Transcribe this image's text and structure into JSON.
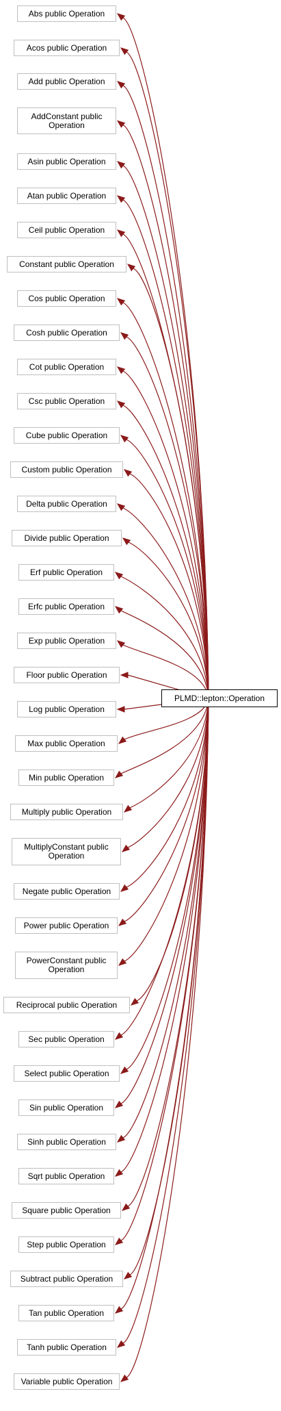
{
  "colors": {
    "edge": "#8b1a1a",
    "node_border": "#bfbfbf",
    "main_border": "#000000"
  },
  "main_node": {
    "label": "PLMD::lepton::Operation"
  },
  "nodes": [
    {
      "key": "abs",
      "label": "Abs public Operation"
    },
    {
      "key": "acos",
      "label": "Acos public Operation"
    },
    {
      "key": "add",
      "label": "Add public Operation"
    },
    {
      "key": "addconstant",
      "label": "AddConstant public Operation"
    },
    {
      "key": "asin",
      "label": "Asin public Operation"
    },
    {
      "key": "atan",
      "label": "Atan public Operation"
    },
    {
      "key": "ceil",
      "label": "Ceil public Operation"
    },
    {
      "key": "constant",
      "label": "Constant public Operation"
    },
    {
      "key": "cos",
      "label": "Cos public Operation"
    },
    {
      "key": "cosh",
      "label": "Cosh public Operation"
    },
    {
      "key": "cot",
      "label": "Cot public Operation"
    },
    {
      "key": "csc",
      "label": "Csc public Operation"
    },
    {
      "key": "cube",
      "label": "Cube public Operation"
    },
    {
      "key": "custom",
      "label": "Custom public Operation"
    },
    {
      "key": "delta",
      "label": "Delta public Operation"
    },
    {
      "key": "divide",
      "label": "Divide public Operation"
    },
    {
      "key": "erf",
      "label": "Erf public Operation"
    },
    {
      "key": "erfc",
      "label": "Erfc public Operation"
    },
    {
      "key": "exp",
      "label": "Exp public Operation"
    },
    {
      "key": "floor",
      "label": "Floor public Operation"
    },
    {
      "key": "log",
      "label": "Log public Operation"
    },
    {
      "key": "max",
      "label": "Max public Operation"
    },
    {
      "key": "min",
      "label": "Min public Operation"
    },
    {
      "key": "multiply",
      "label": "Multiply public Operation"
    },
    {
      "key": "multiplyconstant",
      "label": "MultiplyConstant public Operation"
    },
    {
      "key": "negate",
      "label": "Negate public Operation"
    },
    {
      "key": "power",
      "label": "Power public Operation"
    },
    {
      "key": "powerconstant",
      "label": "PowerConstant public Operation"
    },
    {
      "key": "reciprocal",
      "label": "Reciprocal public Operation"
    },
    {
      "key": "sec",
      "label": "Sec public Operation"
    },
    {
      "key": "select",
      "label": "Select public Operation"
    },
    {
      "key": "sin",
      "label": "Sin public Operation"
    },
    {
      "key": "sinh",
      "label": "Sinh public Operation"
    },
    {
      "key": "sqrt",
      "label": "Sqrt public Operation"
    },
    {
      "key": "square",
      "label": "Square public Operation"
    },
    {
      "key": "step",
      "label": "Step public Operation"
    },
    {
      "key": "subtract",
      "label": "Subtract public Operation"
    },
    {
      "key": "tan",
      "label": "Tan public Operation"
    },
    {
      "key": "tanh",
      "label": "Tanh public Operation"
    },
    {
      "key": "variable",
      "label": "Variable public Operation"
    }
  ]
}
